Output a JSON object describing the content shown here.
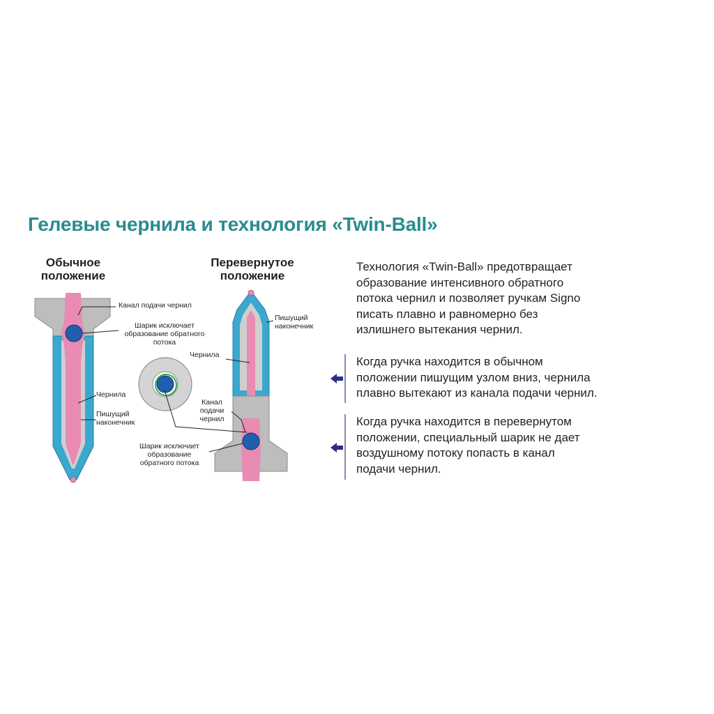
{
  "title": "Гелевые чернила и технология «Twin-Ball»",
  "left_diagram": {
    "heading": [
      "Обычное",
      "положение"
    ],
    "labels": {
      "channel": "Канал подачи чернил",
      "ball": [
        "Шарик исключает",
        "образование обратного",
        "потока"
      ],
      "ink": "Чернила",
      "tip": [
        "Пишущий",
        "наконечник"
      ]
    }
  },
  "right_diagram": {
    "heading": [
      "Перевернутое",
      "положение"
    ],
    "labels": {
      "tip": [
        "Пишущий",
        "наконечник"
      ],
      "ink": "Чернила",
      "channel": [
        "Канал",
        "подачи",
        "чернил"
      ],
      "ball": [
        "Шарик исключает",
        "образование",
        "обратного потока"
      ]
    }
  },
  "paragraphs": {
    "intro": [
      "Технология «Twin-Ball» предотвращает",
      "образование интенсивного обратного",
      "потока чернил и позволяет ручкам Signo",
      "писать плавно и равномерно без",
      "излишнего вытекания чернил."
    ],
    "normal": [
      "Когда ручка находится в обычном",
      "положении пишущим узлом вниз, чернила",
      "плавно вытекают из канала подачи чернил."
    ],
    "inverted": [
      "Когда ручка находится в перевернутом",
      "положении, специальный шарик не дает",
      "воздушному потоку попасть в канал",
      "подачи чернил."
    ]
  },
  "colors": {
    "title": "#2a8c8e",
    "ink": "#e98bb2",
    "barrel": "#3aa8cf",
    "housing": "#bdbdbd",
    "ball": "#1f5fae",
    "arrow": "#2b2f86"
  },
  "icons": [
    "arrow-left-icon"
  ]
}
